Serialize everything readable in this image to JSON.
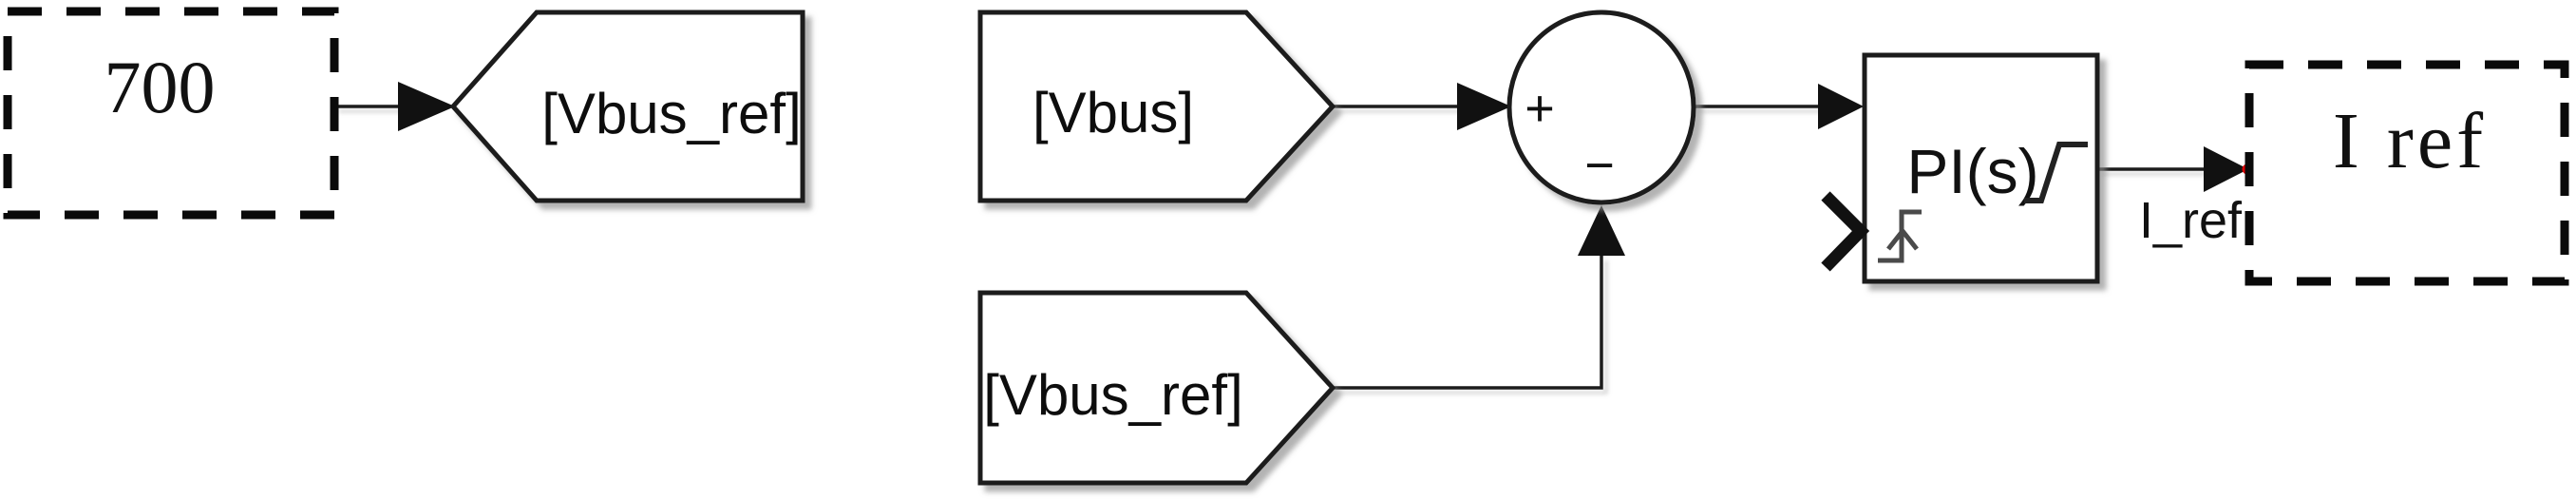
{
  "diagram": {
    "app": "simulink-model-canvas",
    "colors": {
      "background": "#ffffff",
      "line_color": "#1a1a1a",
      "block_shadow": "#9a9a9a",
      "unconnected_port_dot": "#e00000",
      "port_icon_gray": "#4a4a4a"
    },
    "blocks": {
      "constant": {
        "type": "dashed-box-constant",
        "value": "700"
      },
      "goto_vbus_ref": {
        "type": "goto-tag",
        "label": "[Vbus_ref]"
      },
      "from_vbus": {
        "type": "from-tag",
        "label": "[Vbus]"
      },
      "sum": {
        "type": "sum-junction",
        "plus_sign": "+",
        "minus_sign": "−"
      },
      "from_vbus_ref": {
        "type": "from-tag",
        "label": "[Vbus_ref]"
      },
      "pi_controller": {
        "type": "pid-controller",
        "label": "PI(s)",
        "icons": [
          "saturation-icon",
          "external-reset-rising-icon",
          "unconnected-port-chevron-icon"
        ]
      },
      "outport": {
        "type": "dashed-box-outport",
        "label": "I ref"
      }
    },
    "signals": {
      "i_ref_label": "I_ref"
    }
  }
}
